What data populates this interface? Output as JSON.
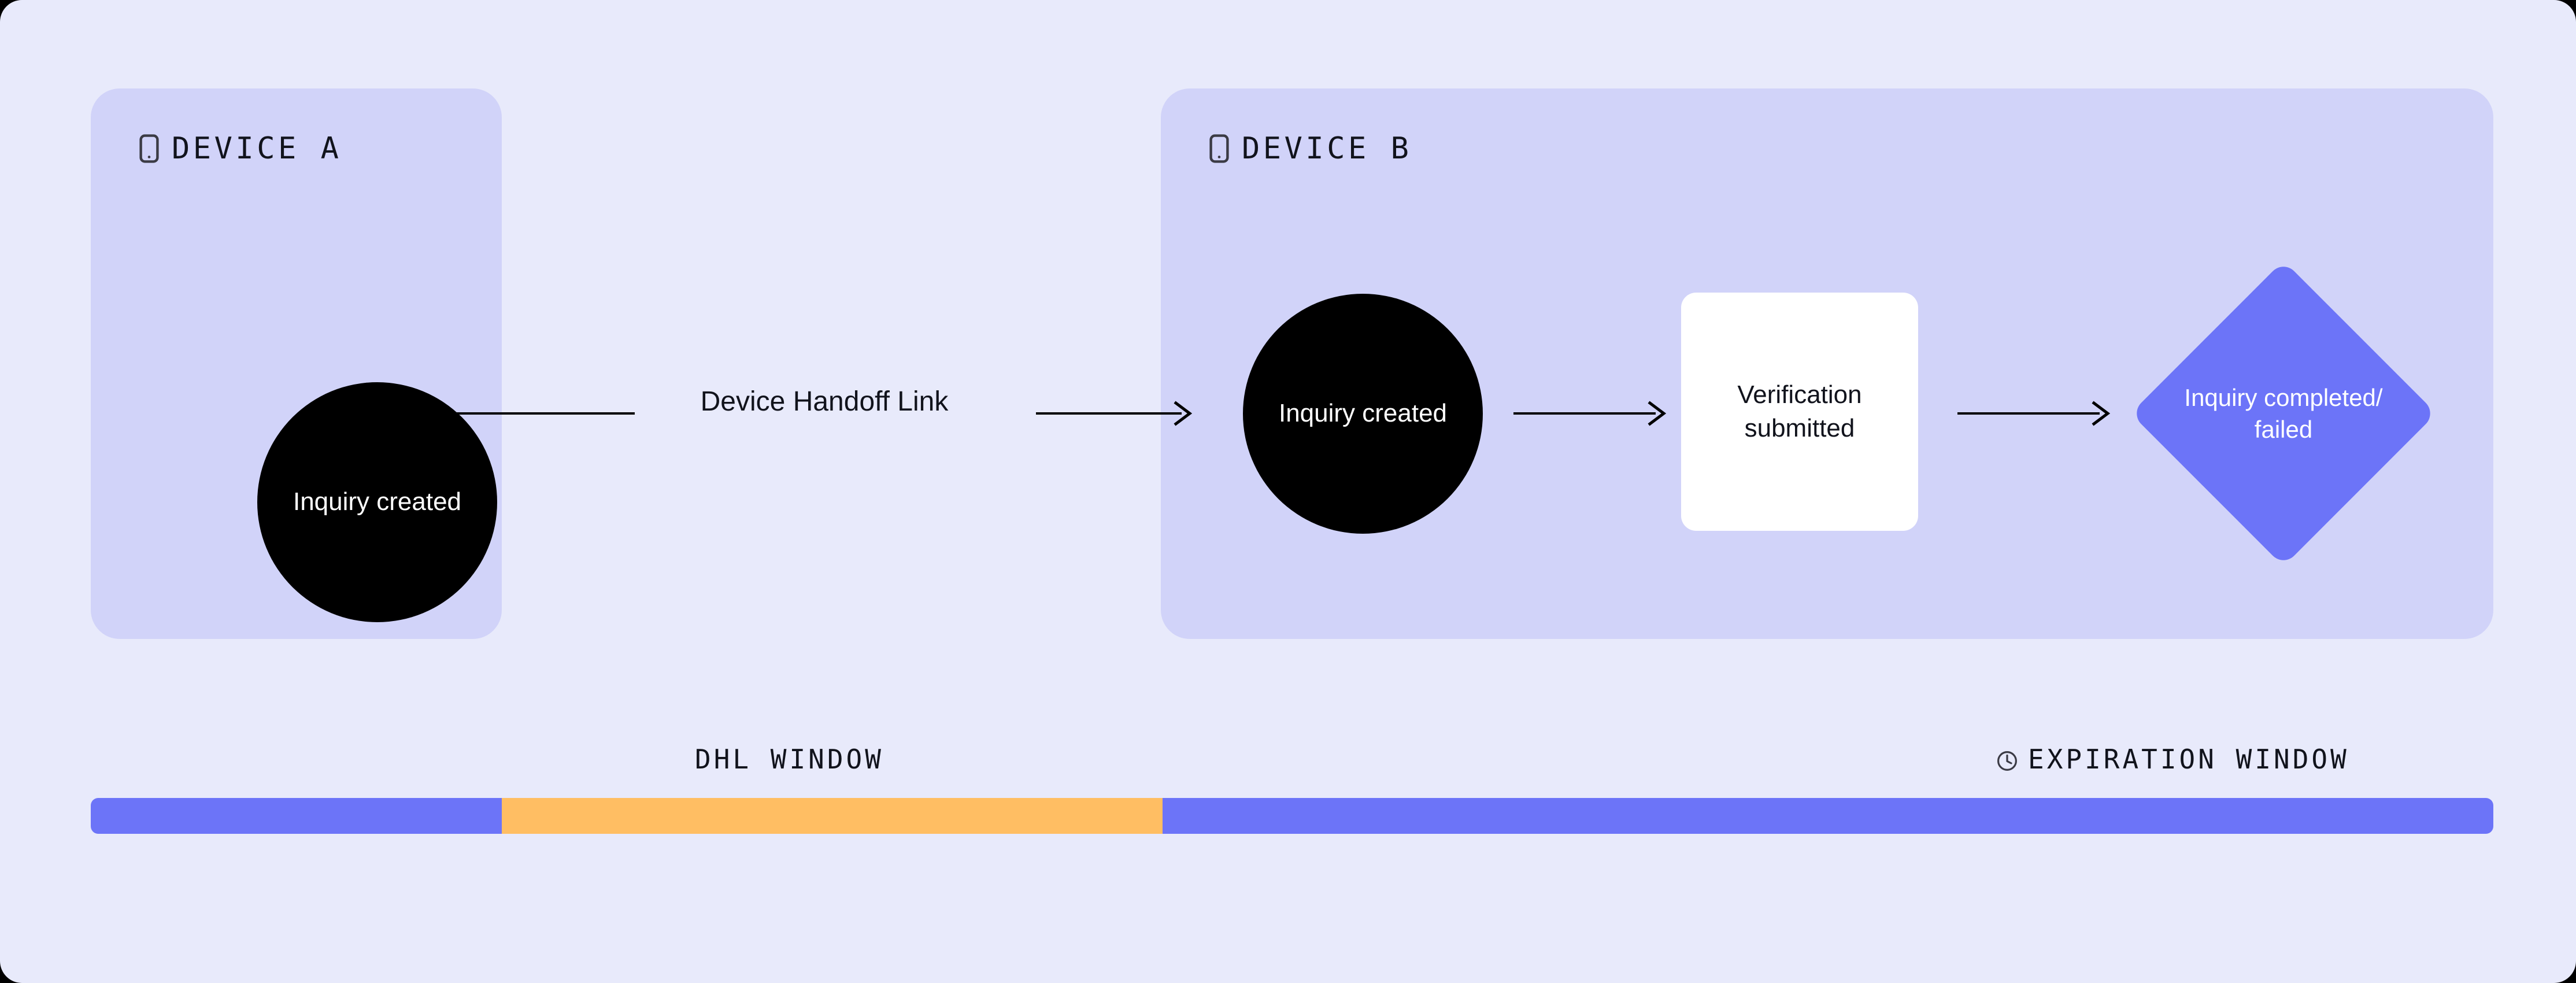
{
  "colors": {
    "page_background": "#E8EAFB",
    "panel_background": "#D1D3F9",
    "node_dark": "#000000",
    "node_white": "#FFFFFF",
    "accent_purple": "#6C74F8",
    "accent_orange": "#FFBE63",
    "text_dark": "#11131C",
    "text_light": "#FFFFFF"
  },
  "devices": [
    {
      "id": "device-a",
      "icon": "mobile-phone-icon",
      "title": "DEVICE A",
      "nodes": [
        {
          "id": "inquiry-created-a",
          "shape": "circle",
          "label": "Inquiry created"
        }
      ]
    },
    {
      "id": "device-b",
      "icon": "mobile-phone-icon",
      "title": "DEVICE B",
      "nodes": [
        {
          "id": "inquiry-created-b",
          "shape": "circle",
          "label": "Inquiry created"
        },
        {
          "id": "verification-submitted",
          "shape": "rounded-rect",
          "label": "Verification submitted"
        },
        {
          "id": "inquiry-result",
          "shape": "diamond",
          "label": "Inquiry completed/\nfailed"
        }
      ]
    }
  ],
  "connectors": {
    "handoff": {
      "label": "Device Handoff Link",
      "arrow": "arrow-right-icon"
    },
    "b1": {
      "label": "",
      "arrow": "arrow-right-icon"
    },
    "b2": {
      "label": "",
      "arrow": "arrow-right-icon"
    }
  },
  "timeline": {
    "labels": [
      {
        "id": "dhl-window",
        "icon": null,
        "text": "DHL WINDOW"
      },
      {
        "id": "expiration-window",
        "icon": "clock-icon",
        "text": "EXPIRATION WINDOW"
      }
    ],
    "segments": [
      {
        "id": "pre-dhl",
        "color": "#6C74F8",
        "width_pct": 17.1
      },
      {
        "id": "dhl-window",
        "color": "#FFBE63",
        "width_pct": 27.5
      },
      {
        "id": "expiration-window",
        "color": "#6C74F8",
        "width_pct": 55.4
      }
    ]
  }
}
